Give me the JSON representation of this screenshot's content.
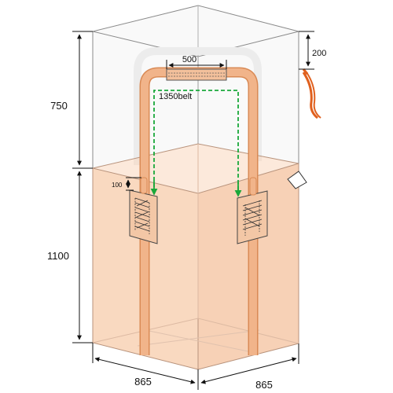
{
  "dimensions": {
    "top_height": "750",
    "bottom_height": "1100",
    "width_front": "865",
    "depth_side": "865",
    "loop_extra": "200",
    "patch_width": "500",
    "belt_label": "1350belt",
    "patch_offset": "100"
  },
  "colors": {
    "bag_fill": "#f9d7bd",
    "bag_edge": "#b8937c",
    "belt": "#f1b48a",
    "belt_edge": "#d98a55",
    "dash_arrow": "#19a83a",
    "rope": "#e0601e",
    "top_sleeve": "#ededed"
  }
}
